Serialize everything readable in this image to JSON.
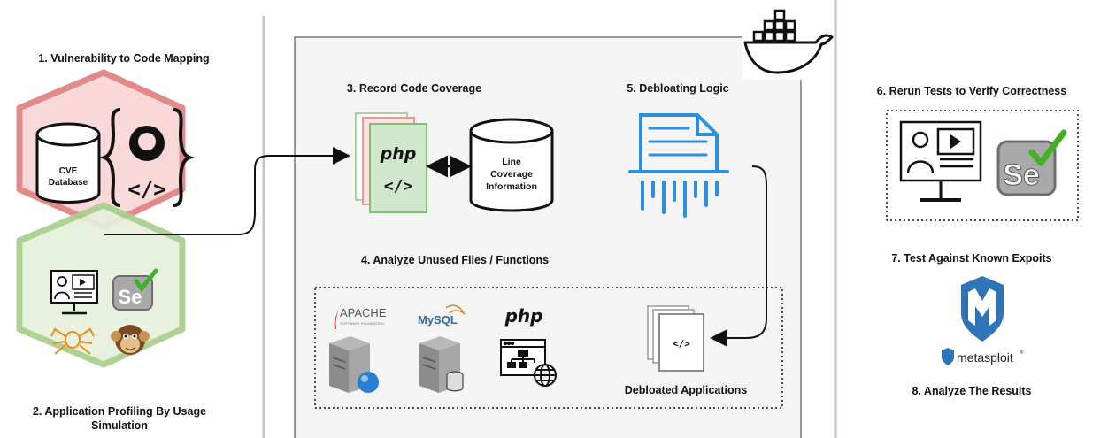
{
  "steps": {
    "s1": "1. Vulnerability to Code Mapping",
    "s2_line1": "2. Application Profiling By Usage",
    "s2_line2": "Simulation",
    "s3": "3. Record Code Coverage",
    "s4": "4. Analyze Unused Files / Functions",
    "s5": "5. Debloating Logic",
    "s6": "6. Rerun Tests to Verify Correctness",
    "s7": "7. Test Against Known Expoits",
    "s8": "8. Analyze The Results"
  },
  "cve_db": {
    "line1": "CVE",
    "line2": "Database"
  },
  "coverage_db": {
    "line1": "Line",
    "line2": "Coverage",
    "line3": "Information"
  },
  "php_label": "php",
  "code_glyph": "</>",
  "code_glyph_small": "</>",
  "selenium_label": "Se",
  "apache_label": "APACHE",
  "apache_sub": "SOFTWARE FOUNDATION",
  "mysql_label": "MySQL",
  "php_logo": "php",
  "debloated_label": "Debloated Applications",
  "metasploit_label": "metasploit",
  "metasploit_mark": "®",
  "colors": {
    "hex_red_fill": "#f8d8d8",
    "hex_red_stroke": "#e08a8a",
    "hex_green_fill": "#e6f0dc",
    "hex_green_stroke": "#a8cf8a",
    "shredder_blue": "#2c8fe0",
    "panel_fill": "#f4f4f4",
    "metasploit_blue": "#2f74b8",
    "docker_blue": "#1d63ed",
    "selenium_green": "#43b02a"
  }
}
